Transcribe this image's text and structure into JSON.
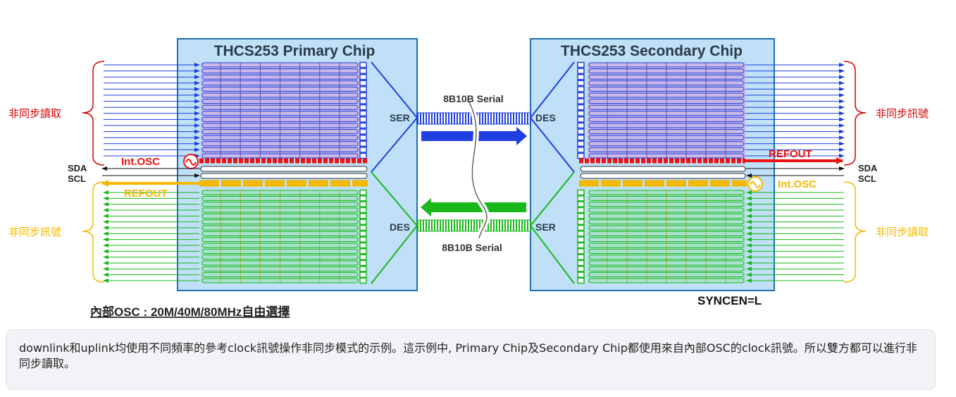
{
  "primary_chip": {
    "title": "THCS253 Primary Chip",
    "ser_label": "SER",
    "des_label": "DES",
    "int_osc_label": "Int.OSC",
    "refout_label": "REFOUT"
  },
  "secondary_chip": {
    "title": "THCS253 Secondary Chip",
    "des_label": "DES",
    "ser_label": "SER",
    "refout_label": "REFOUT",
    "int_osc_label": "Int.OSC"
  },
  "serial_link": {
    "top_label": "8B10B Serial",
    "bottom_label": "8B10B Serial"
  },
  "left_side": {
    "async_read_label": "非同步讀取",
    "async_signal_label": "非同步訊號",
    "sda_label": "SDA",
    "scl_label": "SCL"
  },
  "right_side": {
    "async_signal_label": "非同步訊號",
    "async_read_label": "非同步讀取",
    "sda_label": "SDA",
    "scl_label": "SCL"
  },
  "footer": {
    "internal_osc_note": "內部OSC : 20M/40M/80MHz自由選擇",
    "syncen_label": "SYNCEN=L"
  },
  "caption": {
    "text": "downlink和uplink均使用不同頻率的參考clock訊號操作非同步模式的示例。這示例中, Primary Chip及Secondary Chip都使用來自內部OSC的clock訊號。所以雙方都可以進行非同步讀取。"
  },
  "colors": {
    "chip_fill": "#bfe0f6",
    "chip_border": "#1f6fb5",
    "downlink": "#1f3fe0",
    "downlink_grid": "#7b4aa8",
    "uplink": "#1ab81a",
    "uplink_grid": "#c9a43a",
    "clock_primary": "#ee1111",
    "clock_secondary": "#f5b800",
    "bracket_red": "#d40000",
    "bracket_orange": "#f5b800"
  }
}
